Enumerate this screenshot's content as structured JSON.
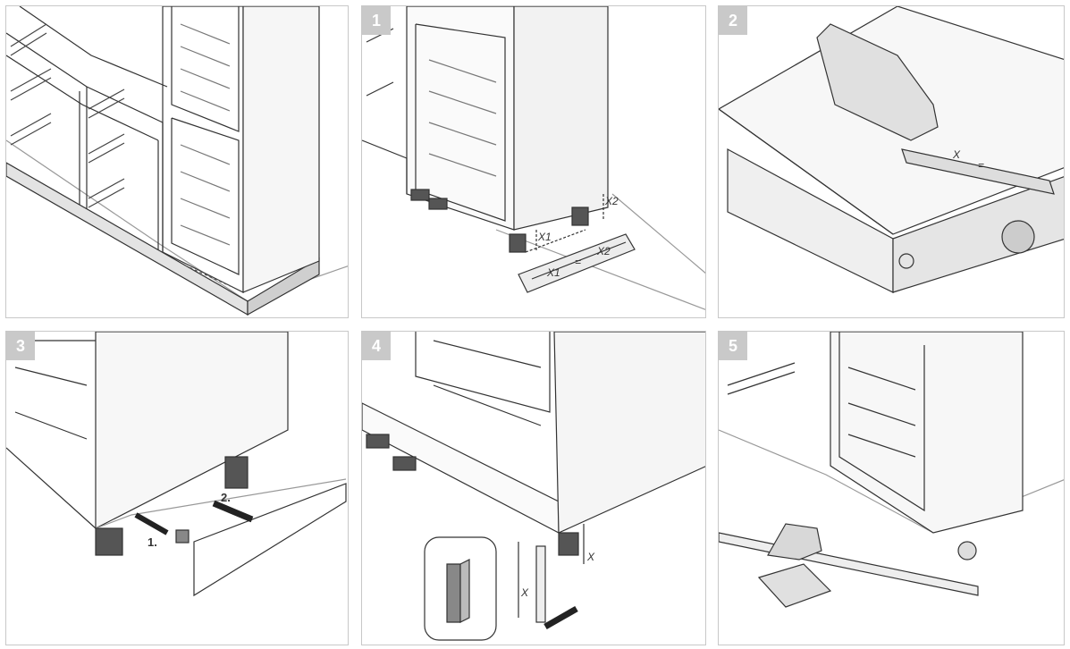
{
  "panels": [
    {
      "step": ""
    },
    {
      "step": "1",
      "labels": {
        "x1_leg": "X1",
        "x2_leg": "X2",
        "x1_strip": "X1",
        "x2_strip": "X2",
        "equal": "="
      }
    },
    {
      "step": "2",
      "labels": {
        "x": "X",
        "equal": "="
      }
    },
    {
      "step": "3",
      "labels": {
        "first": "1.",
        "second": "2."
      }
    },
    {
      "step": "4",
      "labels": {
        "x_gap": "X",
        "x_strip": "X"
      }
    },
    {
      "step": "5"
    }
  ],
  "colors": {
    "line": "#333333",
    "grey_shade": "#8a8a8a",
    "light_grey": "#d9d9d9",
    "badge": "#c9c9c9",
    "border": "#c8c8c8"
  }
}
